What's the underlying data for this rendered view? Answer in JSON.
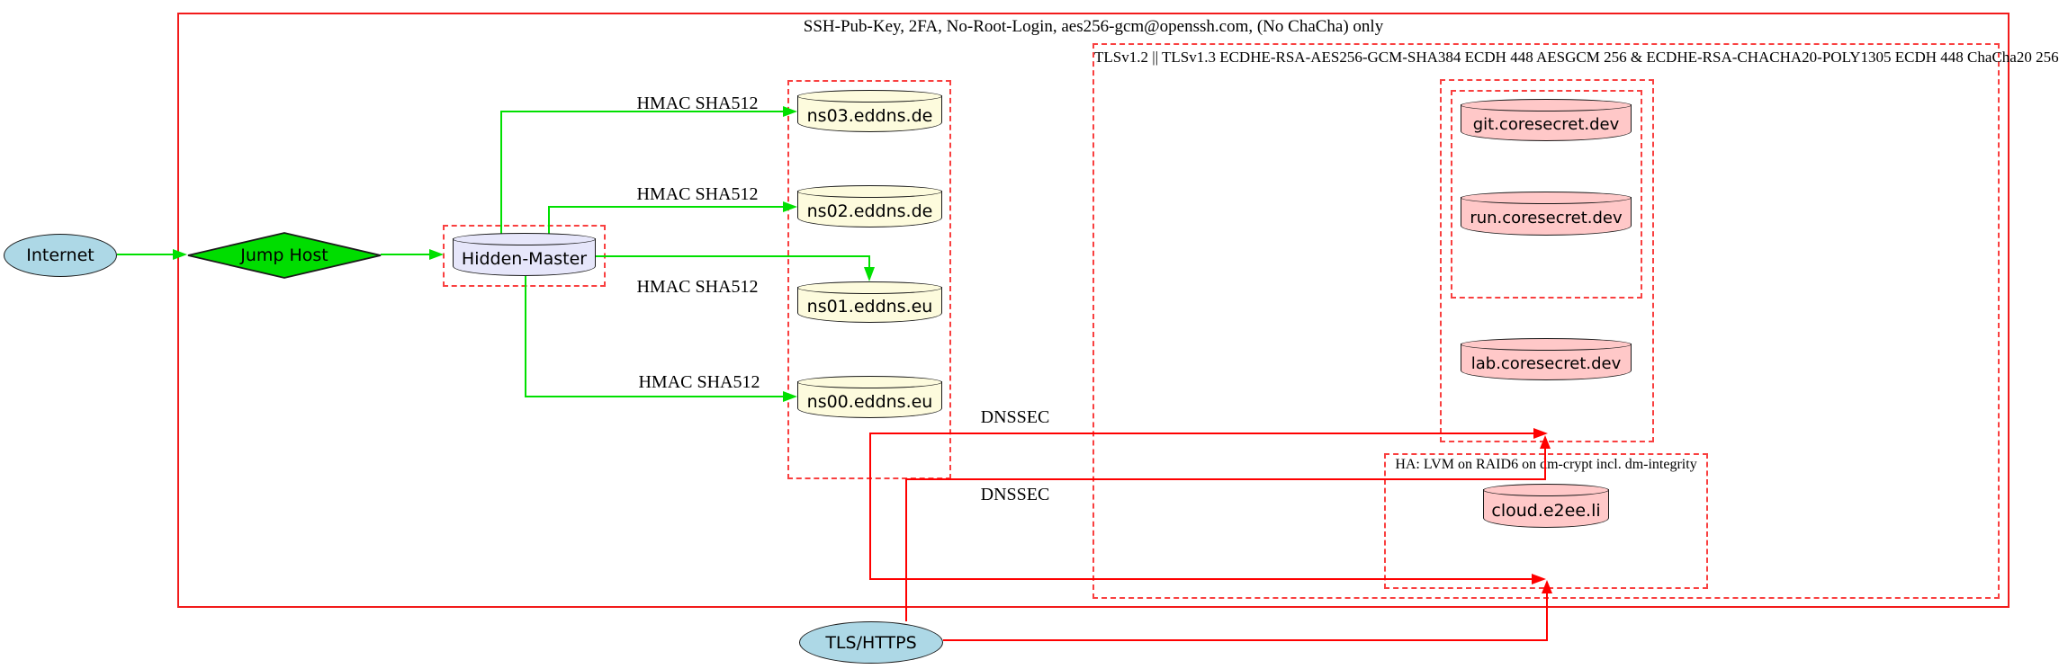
{
  "clusters": {
    "ssh": {
      "label": "SSH-Pub-Key, 2FA, No-Root-Login, aes256-gcm@openssh.com, (No ChaCha) only"
    },
    "tls": {
      "label": "TLSv1.2 || TLSv1.3 ECDHE-RSA-AES256-GCM-SHA384 ECDH 448 AESGCM 256 & ECDHE-RSA-CHACHA20-POLY1305 ECDH 448 ChaCha20 256"
    },
    "ha": {
      "label": "HA: LVM on RAID6 on dm-crypt incl. dm-integrity"
    }
  },
  "nodes": {
    "internet": {
      "label": "Internet",
      "shape": "ellipse",
      "fill": "#add8e6"
    },
    "jump_host": {
      "label": "Jump Host",
      "shape": "diamond",
      "fill": "#00dd00"
    },
    "hidden_master": {
      "label": "Hidden-Master",
      "shape": "cylinder",
      "fill": "#e6e6fa"
    },
    "ns03": {
      "label": "ns03.eddns.de",
      "shape": "cylinder",
      "fill": "#fdfbdd"
    },
    "ns02": {
      "label": "ns02.eddns.de",
      "shape": "cylinder",
      "fill": "#fdfbdd"
    },
    "ns01": {
      "label": "ns01.eddns.eu",
      "shape": "cylinder",
      "fill": "#fdfbdd"
    },
    "ns00": {
      "label": "ns00.eddns.eu",
      "shape": "cylinder",
      "fill": "#fdfbdd"
    },
    "git": {
      "label": "git.coresecret.dev",
      "shape": "cylinder",
      "fill": "#ffc8c8"
    },
    "run": {
      "label": "run.coresecret.dev",
      "shape": "cylinder",
      "fill": "#ffc8c8"
    },
    "lab": {
      "label": "lab.coresecret.dev",
      "shape": "cylinder",
      "fill": "#ffc8c8"
    },
    "cloud": {
      "label": "cloud.e2ee.li",
      "shape": "cylinder",
      "fill": "#ffc8c8"
    },
    "tls_https": {
      "label": "TLS/HTTPS",
      "shape": "ellipse",
      "fill": "#add8e6"
    }
  },
  "edge_labels": {
    "hmac1": {
      "label": "HMAC SHA512"
    },
    "hmac2": {
      "label": "HMAC SHA512"
    },
    "hmac3": {
      "label": "HMAC SHA512"
    },
    "hmac4": {
      "label": "HMAC SHA512"
    },
    "dnssec1": {
      "label": "DNSSEC"
    },
    "dnssec2": {
      "label": "DNSSEC"
    }
  },
  "colors": {
    "edge_green": "#00e000",
    "edge_red": "#ff0000",
    "cluster_border_red": "#f94040",
    "node_border": "#1a1a1a",
    "fill_lightblue": "#add8e6",
    "fill_green": "#00dd00",
    "fill_lavender": "#e6e6fa",
    "fill_lightyellow": "#fdfbdd",
    "fill_pink": "#ffc8c8"
  }
}
